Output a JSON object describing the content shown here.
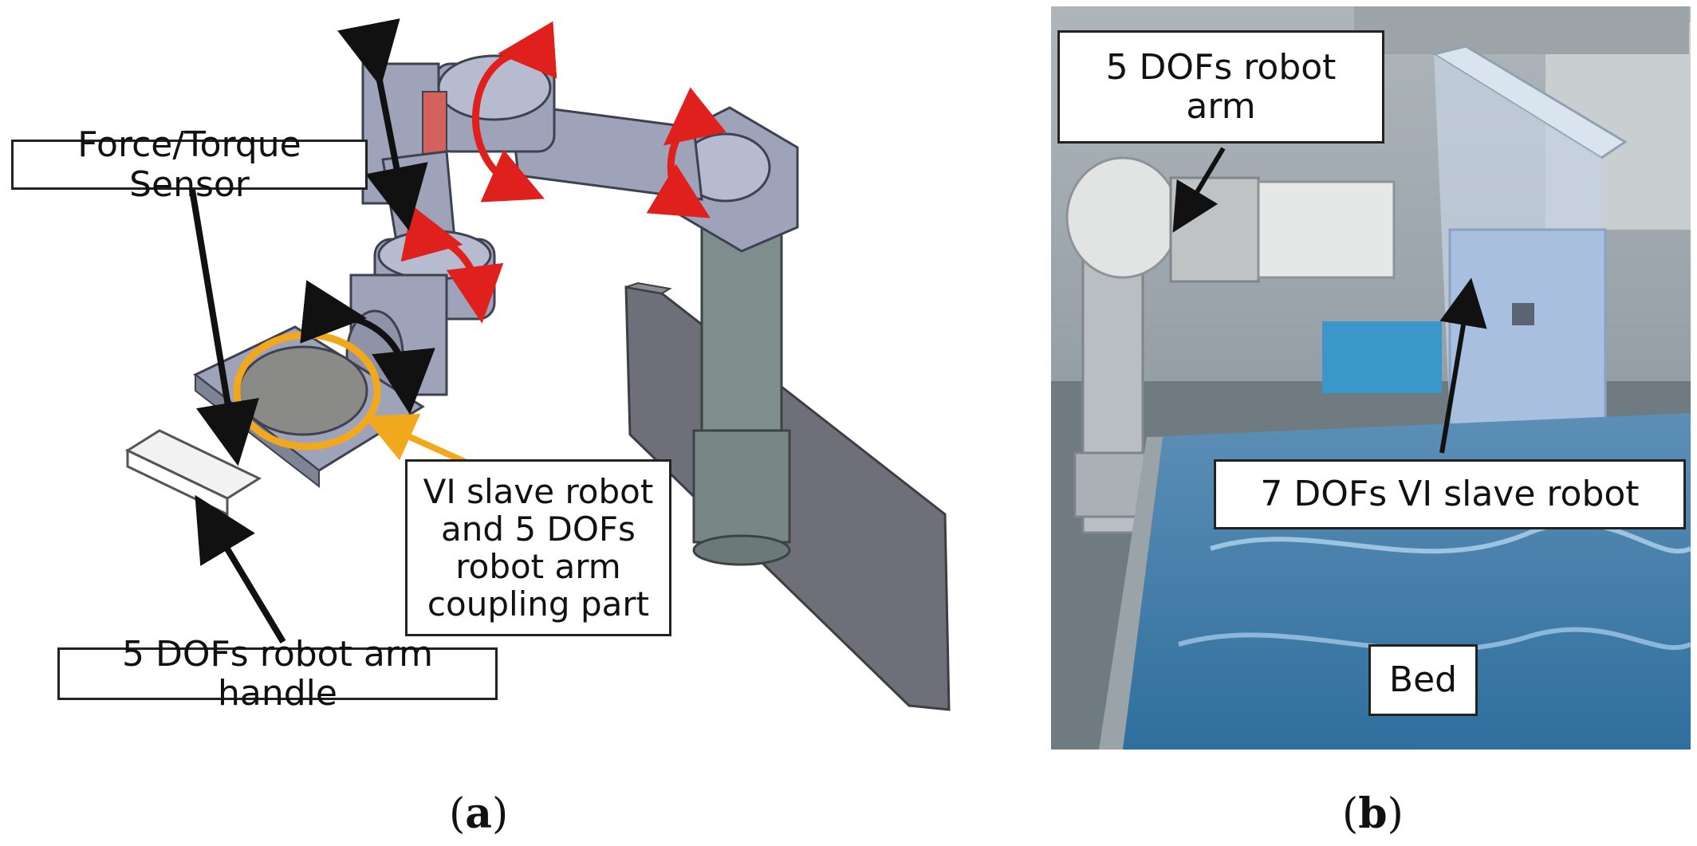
{
  "panel_a": {
    "labels": {
      "force_torque_sensor": "Force/Torque Sensor",
      "coupling_part": "VI slave robot\nand 5 DOFs\nrobot arm\ncoupling part",
      "handle": "5 DOFs robot arm handle"
    },
    "caption_letter": "a"
  },
  "panel_b": {
    "labels": {
      "robot_arm": "5 DOFs robot\narm",
      "vi_slave_robot": "7 DOFs VI slave robot",
      "bed": "Bed"
    },
    "caption_letter": "b"
  },
  "colors": {
    "rotation_arrow_red": "#e0201c",
    "coupling_circle": "#f2a81d",
    "robot_body": "#9fa3b9",
    "column": "#7f8e8d",
    "mount_plate": "#6e6f78",
    "bed_blue": "#2f6f9e"
  }
}
